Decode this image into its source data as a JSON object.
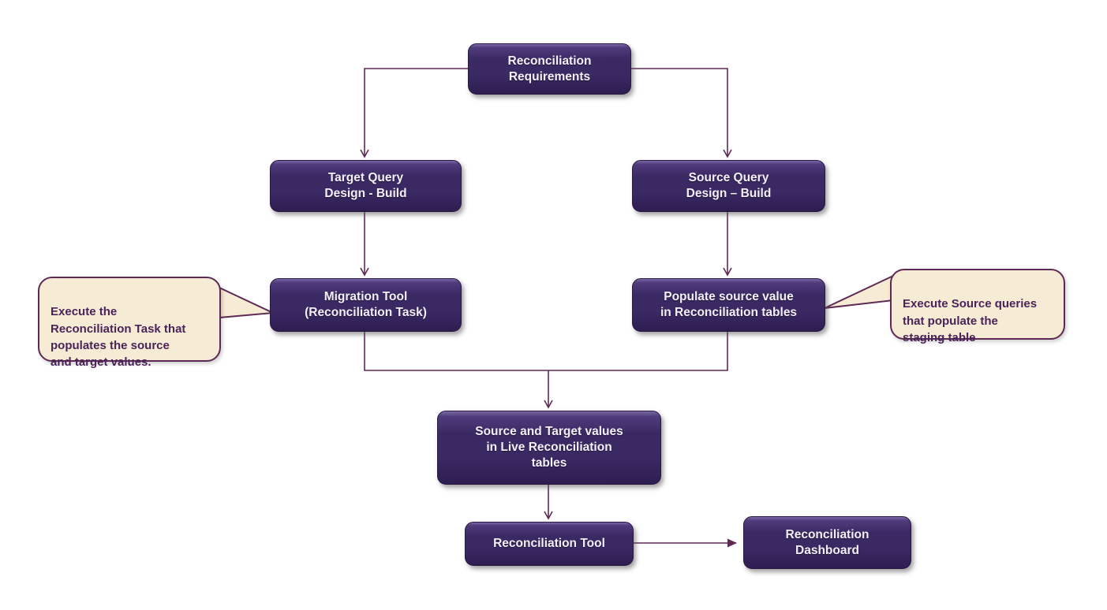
{
  "title": "Reconciliation process flow diagram",
  "colors": {
    "node_fill": "#3b2964",
    "node_fill_top": "#7a68a6",
    "node_fill_bottom": "#2e1d50",
    "node_text": "#f3f0f8",
    "connector": "#5e2a55",
    "callout_fill": "#f6ebd4",
    "callout_border": "#5e2a55",
    "callout_text": "#4a2358"
  },
  "nodes": {
    "requirements": {
      "label": "Reconciliation\nRequirements"
    },
    "target_query": {
      "label": "Target Query\nDesign - Build"
    },
    "source_query": {
      "label": "Source Query\nDesign – Build"
    },
    "migration_tool": {
      "label": "Migration Tool\n(Reconciliation Task)"
    },
    "populate_source": {
      "label": "Populate source value\nin Reconciliation tables"
    },
    "source_target_values": {
      "label": "Source and Target values\nin Live Reconciliation\ntables"
    },
    "reconciliation_tool": {
      "label": "Reconciliation Tool"
    },
    "reconciliation_dashboard": {
      "label": "Reconciliation\nDashboard"
    }
  },
  "callouts": {
    "left": {
      "text": "Execute the\nReconciliation Task that\npopulates the source\nand target values."
    },
    "right": {
      "text": "Execute Source queries\nthat populate the\nstaging table"
    }
  }
}
